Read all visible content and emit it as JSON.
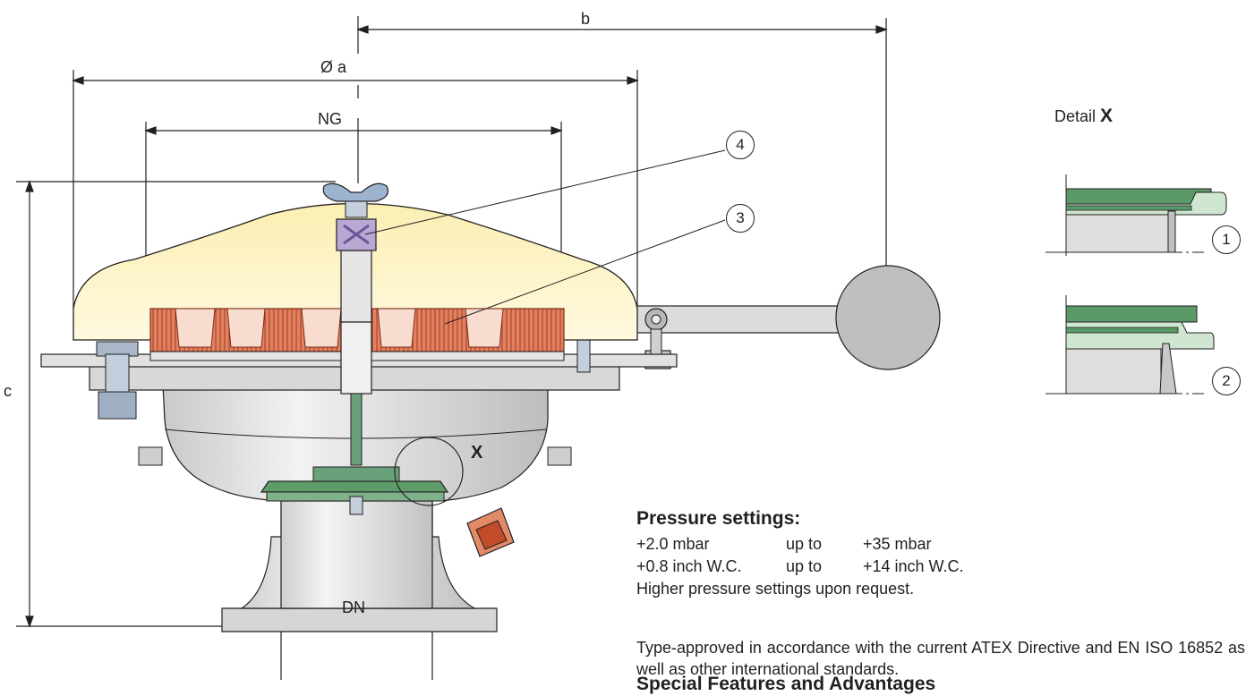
{
  "dimensions": {
    "b": "b",
    "diameter_a": "Ø a",
    "ng": "NG",
    "c": "c",
    "dn": "DN",
    "detail_marker": "X"
  },
  "callouts": {
    "c4": "4",
    "c3": "3",
    "c1": "1",
    "c2": "2"
  },
  "detail": {
    "prefix": "Detail",
    "letter": "X"
  },
  "pressure": {
    "title": "Pressure settings:",
    "rows": [
      {
        "from": "+2.0 mbar",
        "mid": "up to",
        "to": "+35 mbar"
      },
      {
        "from": "+0.8 inch W.C.",
        "mid": "up to",
        "to": "+14 inch W.C."
      }
    ],
    "note": "Higher pressure settings upon request."
  },
  "approval": "Type-approved in accordance with the current ATEX Directive and EN ISO 16852 as well as other international standards.",
  "special_heading": "Special Features and Advantages",
  "colors": {
    "hood": "#fdf3c2",
    "flame_arrester": "#e07b5a",
    "disc": "#5e9b6a",
    "metal": "#d9d9d9",
    "line": "#231f20"
  }
}
